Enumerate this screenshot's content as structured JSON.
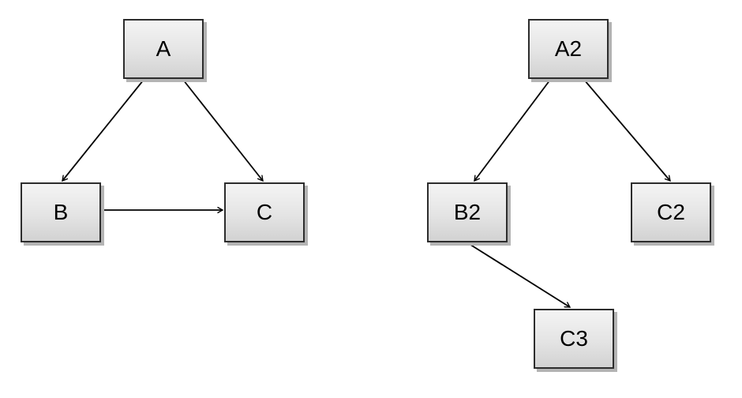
{
  "diagram": {
    "left_graph": {
      "nodes": [
        {
          "id": "A",
          "label": "A"
        },
        {
          "id": "B",
          "label": "B"
        },
        {
          "id": "C",
          "label": "C"
        }
      ],
      "edges": [
        {
          "from": "A",
          "to": "B"
        },
        {
          "from": "A",
          "to": "C"
        },
        {
          "from": "B",
          "to": "C"
        }
      ]
    },
    "right_graph": {
      "nodes": [
        {
          "id": "A2",
          "label": "A2"
        },
        {
          "id": "B2",
          "label": "B2"
        },
        {
          "id": "C2",
          "label": "C2"
        },
        {
          "id": "C3",
          "label": "C3"
        }
      ],
      "edges": [
        {
          "from": "A2",
          "to": "B2"
        },
        {
          "from": "A2",
          "to": "C2"
        },
        {
          "from": "B2",
          "to": "C3"
        }
      ]
    },
    "colors": {
      "background": "#ffffff",
      "node_fill_top": "#f4f4f4",
      "node_fill_bottom": "#d2d2d2",
      "node_border": "#2d2d2d",
      "node_shadow": "#b4b4b4",
      "edge": "#000000",
      "label_text": "#000000"
    }
  }
}
